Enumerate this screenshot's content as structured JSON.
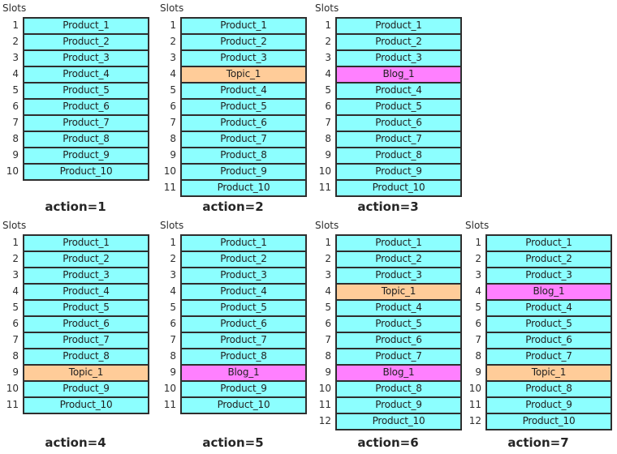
{
  "slots_header": "Slots",
  "colors": {
    "product_fill": "#8CFFFF",
    "topic_fill": "#FFCC99",
    "blog_fill": "#FF80FF",
    "border": "#2e2e2e",
    "text": "#262626"
  },
  "diagrams": [
    {
      "label": "action=1",
      "slots": [
        {
          "num": 1,
          "text": "Product_1",
          "type": "product"
        },
        {
          "num": 2,
          "text": "Product_2",
          "type": "product"
        },
        {
          "num": 3,
          "text": "Product_3",
          "type": "product"
        },
        {
          "num": 4,
          "text": "Product_4",
          "type": "product"
        },
        {
          "num": 5,
          "text": "Product_5",
          "type": "product"
        },
        {
          "num": 6,
          "text": "Product_6",
          "type": "product"
        },
        {
          "num": 7,
          "text": "Product_7",
          "type": "product"
        },
        {
          "num": 8,
          "text": "Product_8",
          "type": "product"
        },
        {
          "num": 9,
          "text": "Product_9",
          "type": "product"
        },
        {
          "num": 10,
          "text": "Product_10",
          "type": "product"
        }
      ]
    },
    {
      "label": "action=2",
      "slots": [
        {
          "num": 1,
          "text": "Product_1",
          "type": "product"
        },
        {
          "num": 2,
          "text": "Product_2",
          "type": "product"
        },
        {
          "num": 3,
          "text": "Product_3",
          "type": "product"
        },
        {
          "num": 4,
          "text": "Topic_1",
          "type": "topic"
        },
        {
          "num": 5,
          "text": "Product_4",
          "type": "product"
        },
        {
          "num": 6,
          "text": "Product_5",
          "type": "product"
        },
        {
          "num": 7,
          "text": "Product_6",
          "type": "product"
        },
        {
          "num": 8,
          "text": "Product_7",
          "type": "product"
        },
        {
          "num": 9,
          "text": "Product_8",
          "type": "product"
        },
        {
          "num": 10,
          "text": "Product_9",
          "type": "product"
        },
        {
          "num": 11,
          "text": "Product_10",
          "type": "product"
        }
      ]
    },
    {
      "label": "action=3",
      "slots": [
        {
          "num": 1,
          "text": "Product_1",
          "type": "product"
        },
        {
          "num": 2,
          "text": "Product_2",
          "type": "product"
        },
        {
          "num": 3,
          "text": "Product_3",
          "type": "product"
        },
        {
          "num": 4,
          "text": "Blog_1",
          "type": "blog"
        },
        {
          "num": 5,
          "text": "Product_4",
          "type": "product"
        },
        {
          "num": 6,
          "text": "Product_5",
          "type": "product"
        },
        {
          "num": 7,
          "text": "Product_6",
          "type": "product"
        },
        {
          "num": 8,
          "text": "Product_7",
          "type": "product"
        },
        {
          "num": 9,
          "text": "Product_8",
          "type": "product"
        },
        {
          "num": 10,
          "text": "Product_9",
          "type": "product"
        },
        {
          "num": 11,
          "text": "Product_10",
          "type": "product"
        }
      ]
    },
    {
      "label": "action=4",
      "slots": [
        {
          "num": 1,
          "text": "Product_1",
          "type": "product"
        },
        {
          "num": 2,
          "text": "Product_2",
          "type": "product"
        },
        {
          "num": 3,
          "text": "Product_3",
          "type": "product"
        },
        {
          "num": 4,
          "text": "Product_4",
          "type": "product"
        },
        {
          "num": 5,
          "text": "Product_5",
          "type": "product"
        },
        {
          "num": 6,
          "text": "Product_6",
          "type": "product"
        },
        {
          "num": 7,
          "text": "Product_7",
          "type": "product"
        },
        {
          "num": 8,
          "text": "Product_8",
          "type": "product"
        },
        {
          "num": 9,
          "text": "Topic_1",
          "type": "topic"
        },
        {
          "num": 10,
          "text": "Product_9",
          "type": "product"
        },
        {
          "num": 11,
          "text": "Product_10",
          "type": "product"
        }
      ]
    },
    {
      "label": "action=5",
      "slots": [
        {
          "num": 1,
          "text": "Product_1",
          "type": "product"
        },
        {
          "num": 2,
          "text": "Product_2",
          "type": "product"
        },
        {
          "num": 3,
          "text": "Product_3",
          "type": "product"
        },
        {
          "num": 4,
          "text": "Product_4",
          "type": "product"
        },
        {
          "num": 5,
          "text": "Product_5",
          "type": "product"
        },
        {
          "num": 6,
          "text": "Product_6",
          "type": "product"
        },
        {
          "num": 7,
          "text": "Product_7",
          "type": "product"
        },
        {
          "num": 8,
          "text": "Product_8",
          "type": "product"
        },
        {
          "num": 9,
          "text": "Blog_1",
          "type": "blog"
        },
        {
          "num": 10,
          "text": "Product_9",
          "type": "product"
        },
        {
          "num": 11,
          "text": "Product_10",
          "type": "product"
        }
      ]
    },
    {
      "label": "action=6",
      "slots": [
        {
          "num": 1,
          "text": "Product_1",
          "type": "product"
        },
        {
          "num": 2,
          "text": "Product_2",
          "type": "product"
        },
        {
          "num": 3,
          "text": "Product_3",
          "type": "product"
        },
        {
          "num": 4,
          "text": "Topic_1",
          "type": "topic"
        },
        {
          "num": 5,
          "text": "Product_4",
          "type": "product"
        },
        {
          "num": 6,
          "text": "Product_5",
          "type": "product"
        },
        {
          "num": 7,
          "text": "Product_6",
          "type": "product"
        },
        {
          "num": 8,
          "text": "Product_7",
          "type": "product"
        },
        {
          "num": 9,
          "text": "Blog_1",
          "type": "blog"
        },
        {
          "num": 10,
          "text": "Product_8",
          "type": "product"
        },
        {
          "num": 11,
          "text": "Product_9",
          "type": "product"
        },
        {
          "num": 12,
          "text": "Product_10",
          "type": "product"
        }
      ]
    },
    {
      "label": "action=7",
      "slots": [
        {
          "num": 1,
          "text": "Product_1",
          "type": "product"
        },
        {
          "num": 2,
          "text": "Product_2",
          "type": "product"
        },
        {
          "num": 3,
          "text": "Product_3",
          "type": "product"
        },
        {
          "num": 4,
          "text": "Blog_1",
          "type": "blog"
        },
        {
          "num": 5,
          "text": "Product_4",
          "type": "product"
        },
        {
          "num": 6,
          "text": "Product_5",
          "type": "product"
        },
        {
          "num": 7,
          "text": "Product_6",
          "type": "product"
        },
        {
          "num": 8,
          "text": "Product_7",
          "type": "product"
        },
        {
          "num": 9,
          "text": "Topic_1",
          "type": "topic"
        },
        {
          "num": 10,
          "text": "Product_8",
          "type": "product"
        },
        {
          "num": 11,
          "text": "Product_9",
          "type": "product"
        },
        {
          "num": 12,
          "text": "Product_10",
          "type": "product"
        }
      ]
    }
  ]
}
